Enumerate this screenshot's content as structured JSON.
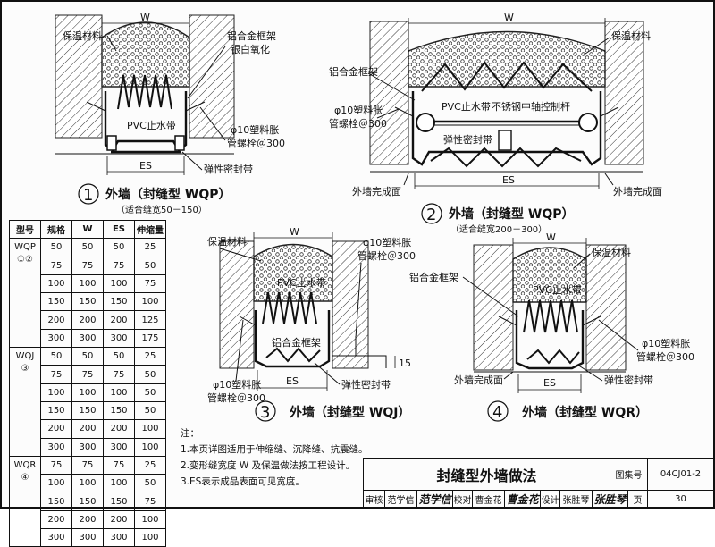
{
  "labels": {
    "w": "W",
    "es": "ES",
    "insulation": "保温材料",
    "al_frame": "铝合金框架",
    "anodized": "银白氧化",
    "pvc_band": "PVC止水带",
    "anchor_bolt_1": "φ10塑料胀",
    "anchor_bolt_2": "管螺栓＠300",
    "elastic_seal": "弹性密封带",
    "ss_rod": "不锈钢中轴控制杆",
    "wall_finish": "外墙完成面",
    "dim_15": "15"
  },
  "details": [
    {
      "num": "1",
      "title": "外墙（封缝型 WQP）",
      "range": "（适合缝宽50－150）"
    },
    {
      "num": "2",
      "title": "外墙（封缝型 WQP）",
      "range": "（适合缝宽200－300）"
    },
    {
      "num": "3",
      "title": "外墙（封缝型 WQJ）",
      "range": ""
    },
    {
      "num": "4",
      "title": "外墙（封缝型 WQR）",
      "range": ""
    }
  ],
  "table": {
    "headers": [
      "型号",
      "规格",
      "W",
      "ES",
      "伸缩量"
    ],
    "groups": [
      {
        "type": "WQP",
        "ref": "①②",
        "rows": [
          [
            "50",
            "50",
            "50",
            "25"
          ],
          [
            "75",
            "75",
            "75",
            "50"
          ],
          [
            "100",
            "100",
            "100",
            "75"
          ],
          [
            "150",
            "150",
            "150",
            "100"
          ],
          [
            "200",
            "200",
            "200",
            "125"
          ],
          [
            "300",
            "300",
            "300",
            "175"
          ]
        ]
      },
      {
        "type": "WQJ",
        "ref": "③",
        "rows": [
          [
            "50",
            "50",
            "50",
            "25"
          ],
          [
            "75",
            "75",
            "75",
            "50"
          ],
          [
            "100",
            "100",
            "100",
            "50"
          ],
          [
            "150",
            "150",
            "150",
            "50"
          ],
          [
            "200",
            "200",
            "200",
            "100"
          ],
          [
            "300",
            "300",
            "300",
            "100"
          ]
        ]
      },
      {
        "type": "WQR",
        "ref": "④",
        "rows": [
          [
            "75",
            "75",
            "75",
            "25"
          ],
          [
            "100",
            "100",
            "100",
            "50"
          ],
          [
            "150",
            "150",
            "150",
            "75"
          ],
          [
            "200",
            "200",
            "200",
            "100"
          ],
          [
            "300",
            "300",
            "300",
            "100"
          ]
        ]
      }
    ]
  },
  "notes": {
    "head": "注：",
    "items": [
      "1.本页详图适用于伸缩缝、沉降缝、抗震缝。",
      "2.变形缝宽度 W 及保温做法按工程设计。",
      "3.ES表示成品表面可见宽度。"
    ]
  },
  "title_block": {
    "title": "封缝型外墙做法",
    "atlas_label": "图集号",
    "atlas_no": "04CJ01-2",
    "review_label": "审核",
    "reviewer": "范学信",
    "reviewer_sig": "范学信",
    "check_label": "校对",
    "checker": "曹金花",
    "checker_sig": "曹金花",
    "design_label": "设计",
    "designer": "张胜琴",
    "designer_sig": "张胜琴",
    "page_label": "页",
    "page_no": "30"
  }
}
